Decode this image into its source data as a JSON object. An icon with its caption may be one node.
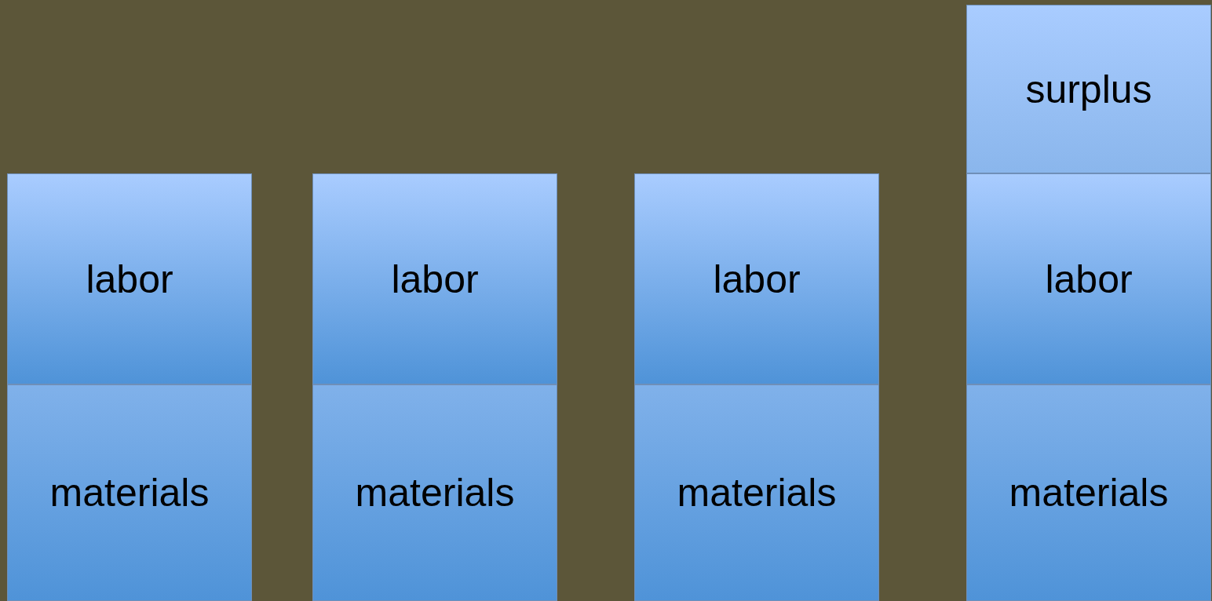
{
  "diagram": {
    "nodes": [
      {
        "text": [
          "surplus"
        ]
      },
      {
        "text": [
          "labor"
        ]
      },
      {
        "text": [
          "labor"
        ]
      },
      {
        "text": [
          "labor"
        ]
      },
      {
        "text": [
          "labor"
        ]
      },
      {
        "text": [
          "materials"
        ]
      },
      {
        "text": [
          "materials"
        ]
      },
      {
        "text": [
          "materials"
        ]
      },
      {
        "text": [
          "materials"
        ]
      }
    ]
  }
}
